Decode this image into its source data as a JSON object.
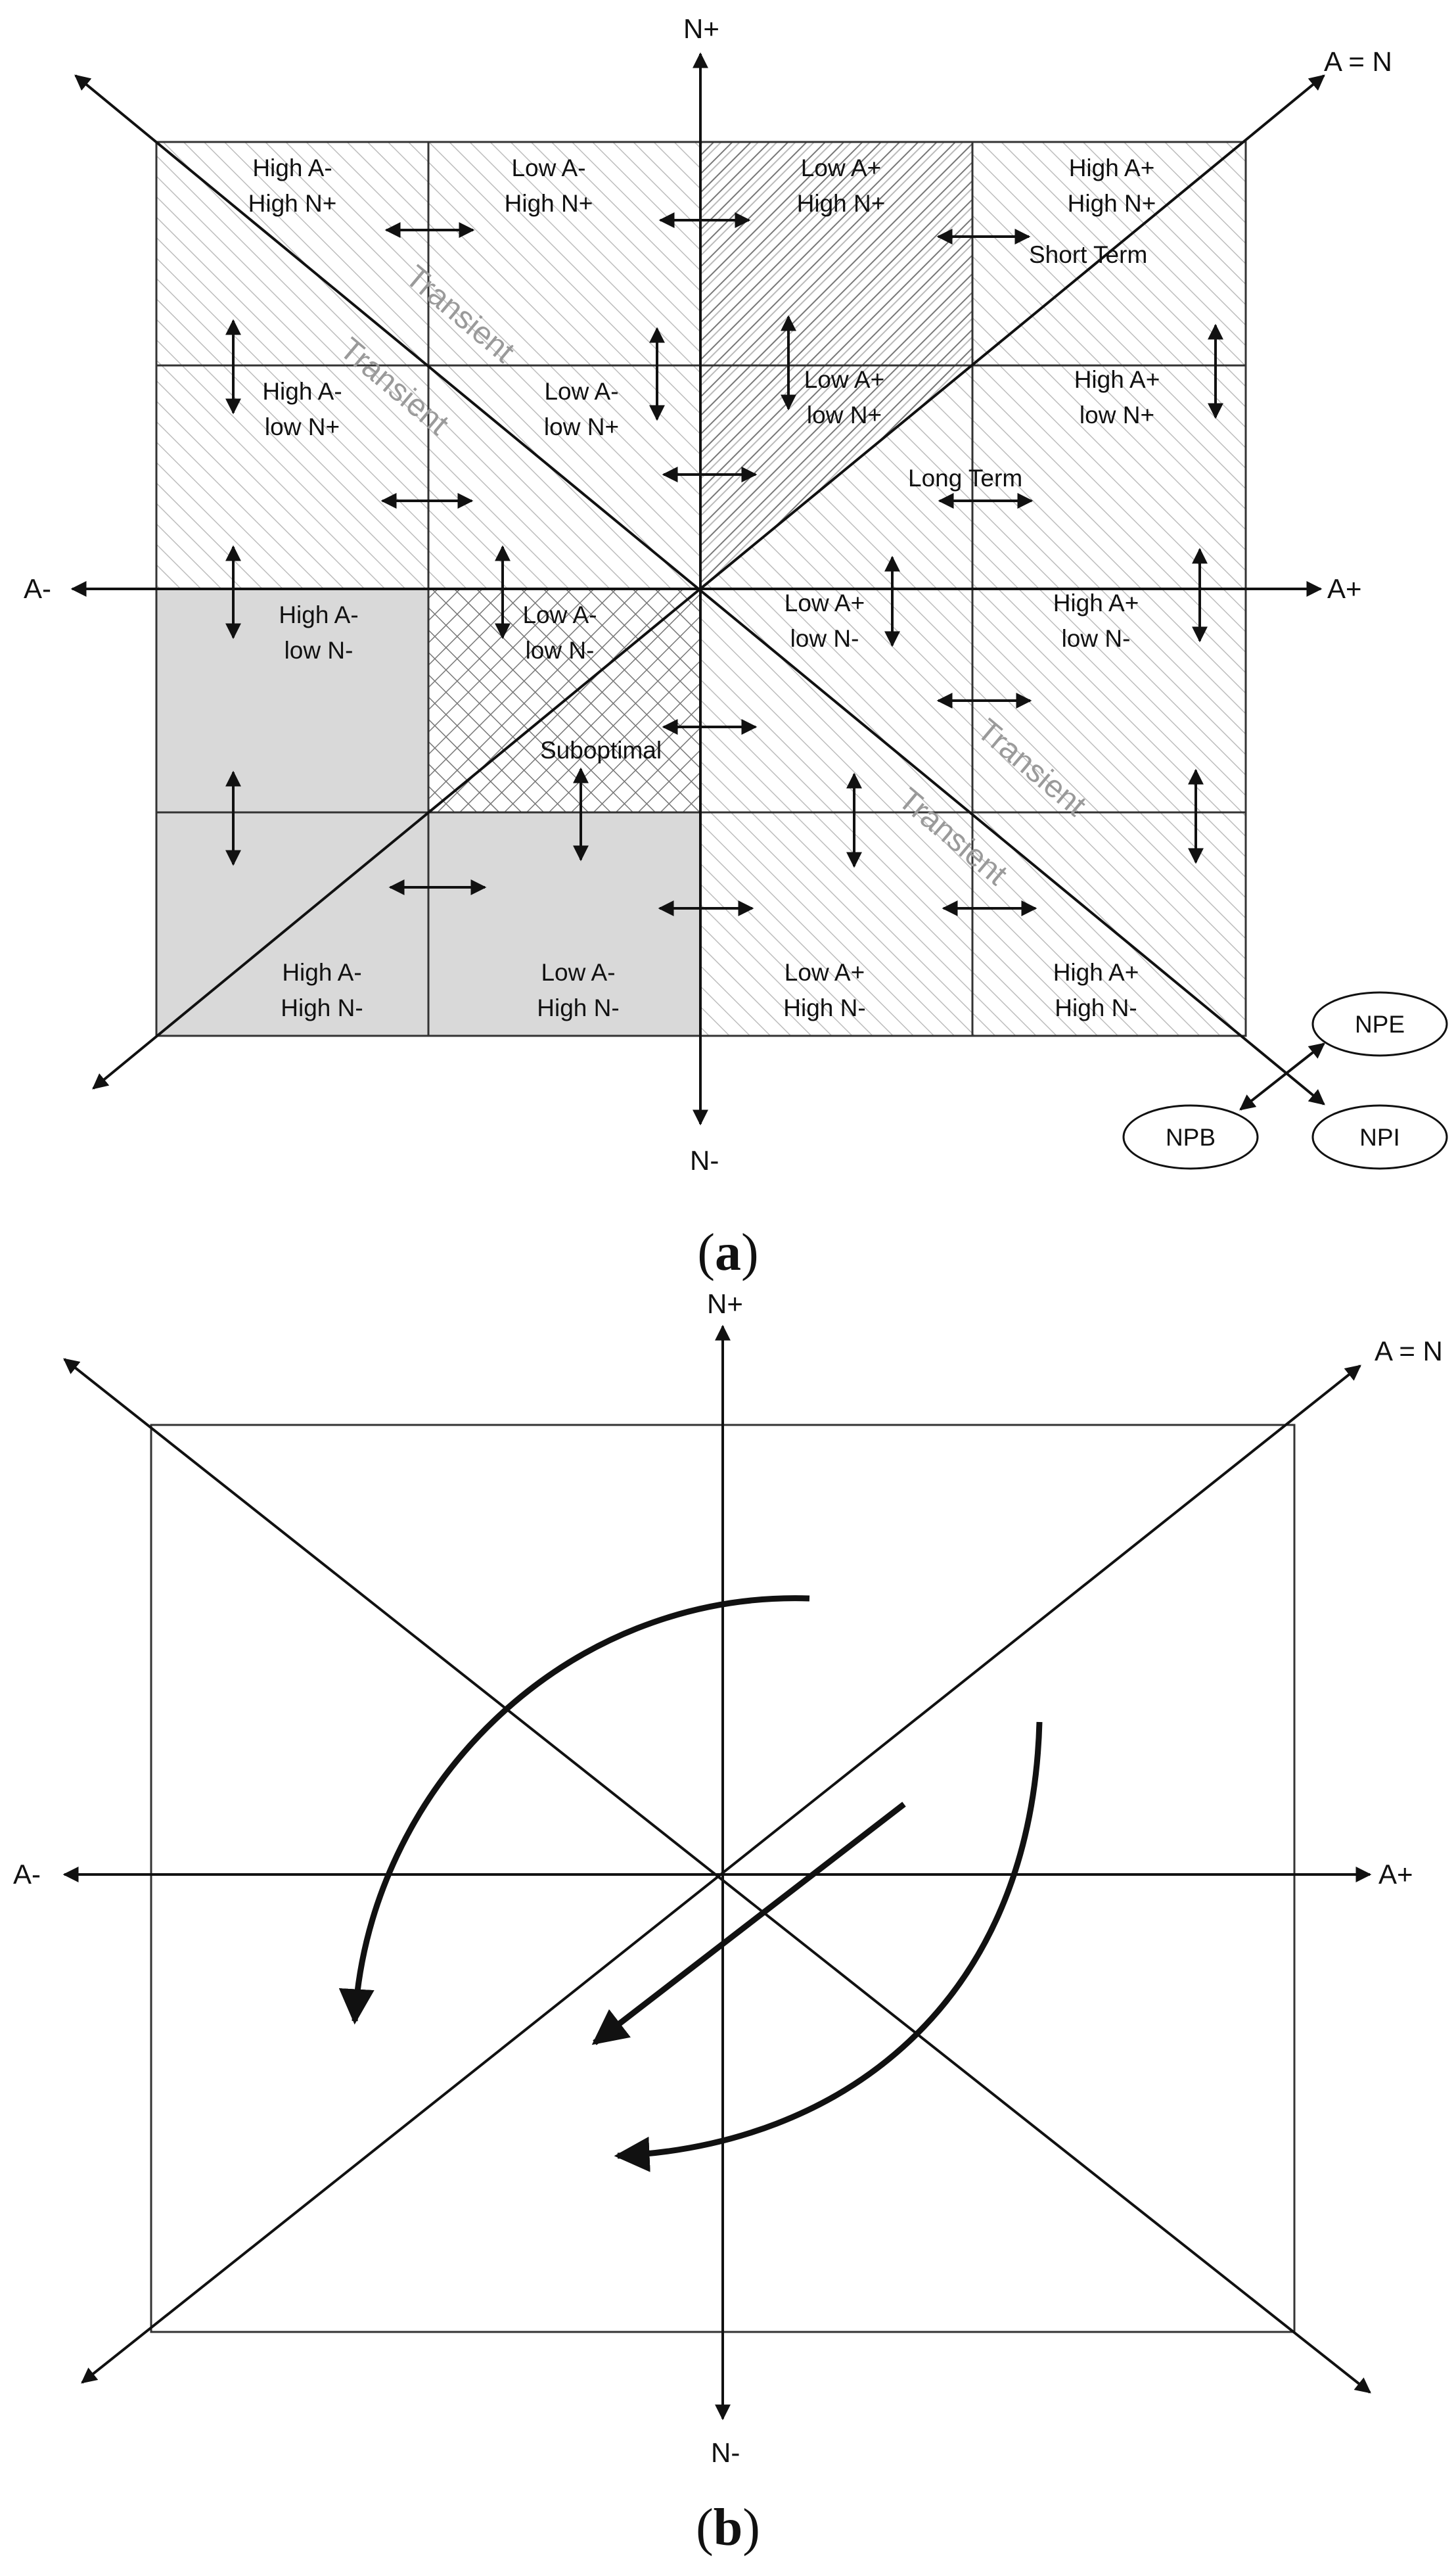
{
  "panel_a": {
    "axes": {
      "up": "N+",
      "down": "N-",
      "left": "A-",
      "right": "A+",
      "diag": "A = N"
    },
    "cells": [
      [
        "High A-",
        "High N+"
      ],
      [
        "Low A-",
        "High N+"
      ],
      [
        "Low A+",
        "High N+"
      ],
      [
        "High A+",
        "High N+"
      ],
      [
        "High A-",
        "low N+"
      ],
      [
        "Low A-",
        "low N+"
      ],
      [
        "Low A+",
        "low N+"
      ],
      [
        "High A+",
        "low N+"
      ],
      [
        "High A-",
        "low N-"
      ],
      [
        "Low A-",
        "low N-"
      ],
      [
        "Low A+",
        "low N-"
      ],
      [
        "High A+",
        "low N-"
      ],
      [
        "High A-",
        "High N-"
      ],
      [
        "Low A-",
        "High N-"
      ],
      [
        "Low A+",
        "High N-"
      ],
      [
        "High A+",
        "High N-"
      ]
    ],
    "zones": {
      "short_term": "Short Term",
      "long_term": "Long Term",
      "suboptimal": "Suboptimal",
      "transient": "Transient"
    },
    "legend": {
      "npe": "NPE",
      "npb": "NPB",
      "npi": "NPI"
    },
    "caption": "a"
  },
  "panel_b": {
    "axes": {
      "up": "N+",
      "down": "N-",
      "left": "A-",
      "right": "A+",
      "diag": "A = N"
    },
    "caption": "b"
  },
  "colors": {
    "grey_fill": "#d9d9d9",
    "hatch": "#bdbdbd",
    "dark_hatch": "#7a7a7a",
    "zone_text": "#9a9a9a"
  }
}
